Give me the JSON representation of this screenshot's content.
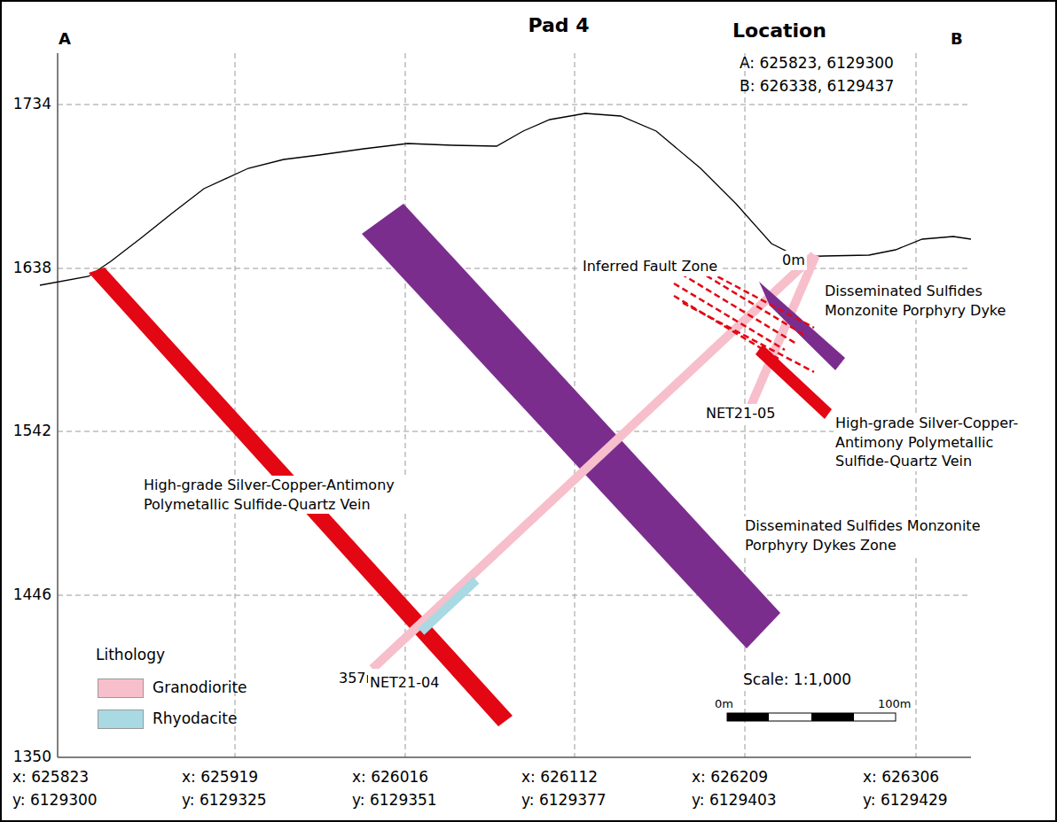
{
  "diagram": {
    "title": "Pad 4",
    "labels": [
      "A",
      "B",
      "Location",
      "A: 625823, 6129300",
      "B: 626338, 6129437",
      "1734",
      "1638",
      "1542",
      "1446",
      "1350",
      "x: 625823",
      "y: 6129300",
      "x: 625919",
      "y: 6129325",
      "x: 626016",
      "y: 6129351",
      "x: 626112",
      "y: 6129377",
      "x: 626209",
      "y: 6129403",
      "x: 626306",
      "y: 6129429",
      "Inferred Fault Zone",
      "0m",
      "Disseminated Sulfides Monzonite Porphyry Dyke",
      "NET21-05",
      "High-grade Silver-Copper-Antimony Polymetallic Sulfide-Quartz Vein",
      "High-grade Silver-Copper-Antimony Polymetallic Sulfide-Quartz Vein",
      "Disseminated Sulfides Monzonite Porphyry Dykes Zone",
      "357m",
      "NET21-04",
      "Lithology",
      "Scale: 1:1,000",
      "0m",
      "100m"
    ],
    "legend": [
      {
        "text": "Granodiorite",
        "color": "#f7bfcb"
      },
      {
        "text": "Rhyodacite",
        "color": "#a9d9e3"
      }
    ]
  }
}
